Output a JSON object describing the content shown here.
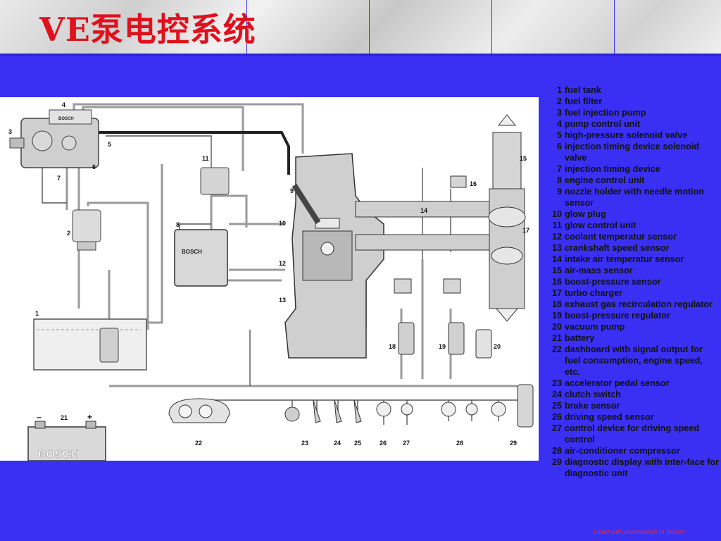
{
  "title": "VE泵电控系统",
  "diagram": {
    "labels": [
      "1",
      "2",
      "3",
      "4",
      "5",
      "6",
      "7",
      "8",
      "9",
      "10",
      "11",
      "12",
      "13",
      "14",
      "15",
      "16",
      "17",
      "18",
      "19",
      "20",
      "21",
      "22",
      "23",
      "24",
      "25",
      "26",
      "27",
      "28",
      "29"
    ],
    "bosch_text": "BOSCH",
    "battery_minus": "–",
    "battery_plus": "+"
  },
  "legend": [
    {
      "num": "1",
      "text": "fuel tank"
    },
    {
      "num": "2",
      "text": "fuel filter"
    },
    {
      "num": "3",
      "text": "fuel injection pump"
    },
    {
      "num": "4",
      "text": "pump control unit"
    },
    {
      "num": "5",
      "text": "high-pressure solenoid valve"
    },
    {
      "num": "6",
      "text": "injection timing device solenoid valve"
    },
    {
      "num": "7",
      "text": "injection timing device"
    },
    {
      "num": "8",
      "text": "engine control unit"
    },
    {
      "num": "9",
      "text": "nozzle holder with needle motion sensor"
    },
    {
      "num": "10",
      "text": "glow plug"
    },
    {
      "num": "11",
      "text": "glow control unit"
    },
    {
      "num": "12",
      "text": "coolant temperatur sensor"
    },
    {
      "num": "13",
      "text": "crankshaft speed sensor"
    },
    {
      "num": "14",
      "text": "intake air temperatur sensor"
    },
    {
      "num": "15",
      "text": "air-mass sensor"
    },
    {
      "num": "16",
      "text": "boost-pressure sensor"
    },
    {
      "num": "17",
      "text": "turbo charger"
    },
    {
      "num": "18",
      "text": "exhaust gas recirculation regulator"
    },
    {
      "num": "19",
      "text": "boost-pressure regulator"
    },
    {
      "num": "20",
      "text": "vacuum pump"
    },
    {
      "num": "21",
      "text": "battery"
    },
    {
      "num": "22",
      "text": "dashboard with signal output for fuel consumption, engine speed, etc."
    },
    {
      "num": "23",
      "text": "accelerator pedal sensor"
    },
    {
      "num": "24",
      "text": "clutch switch"
    },
    {
      "num": "25",
      "text": "brake sensor"
    },
    {
      "num": "26",
      "text": "driving speed sensor"
    },
    {
      "num": "27",
      "text": "control device for driving speed control"
    },
    {
      "num": "28",
      "text": "air-conditioner compressor"
    },
    {
      "num": "29",
      "text": "diagnostic display with inter-face for diagnostic unit"
    }
  ],
  "credit": "Used with permission of Bosch",
  "colors": {
    "background": "#3a30f4",
    "title": "#e0101c",
    "credit": "#e03030"
  }
}
